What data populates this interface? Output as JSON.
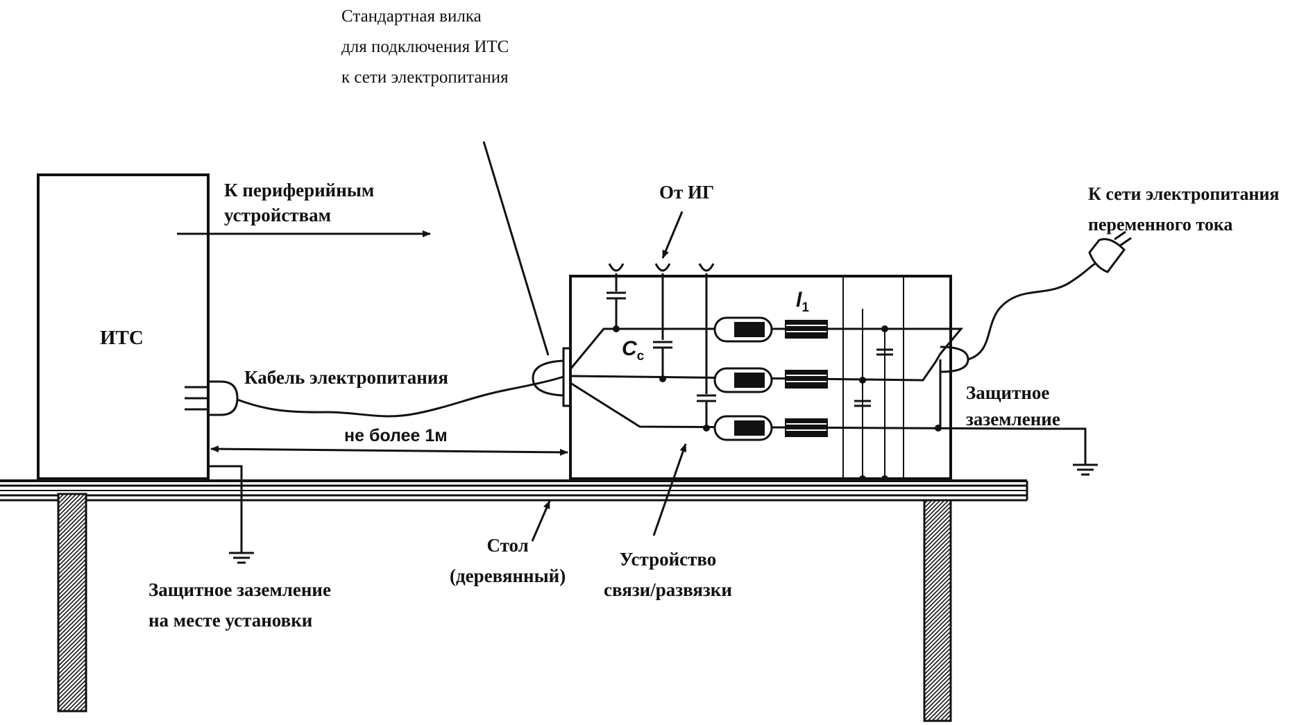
{
  "labels": {
    "plug_note": [
      "Стандартная вилка",
      "для подключения ИТС",
      "к сети электропитания"
    ],
    "peripheral": [
      "К периферийным",
      "устройствам"
    ],
    "from_generator": "От ИГ",
    "mains_ac": [
      "К сети электропитания",
      "переменного тока"
    ],
    "eut": "ИТС",
    "power_cable": "Кабель электропитания",
    "max_length": "не более 1м",
    "protective_earth_right": [
      "Защитное",
      "заземление"
    ],
    "table": [
      "Стол",
      "(деревянный)"
    ],
    "cdn": [
      "Устройство",
      "связи/развязки"
    ],
    "protective_earth_site": [
      "Защитное заземление",
      "на месте установки"
    ]
  },
  "symbols": {
    "coupling_cap": "C",
    "coupling_cap_sub": "c",
    "current": "l",
    "current_sub": "1"
  },
  "colors": {
    "ink": "#111111",
    "paper": "#ffffff"
  }
}
